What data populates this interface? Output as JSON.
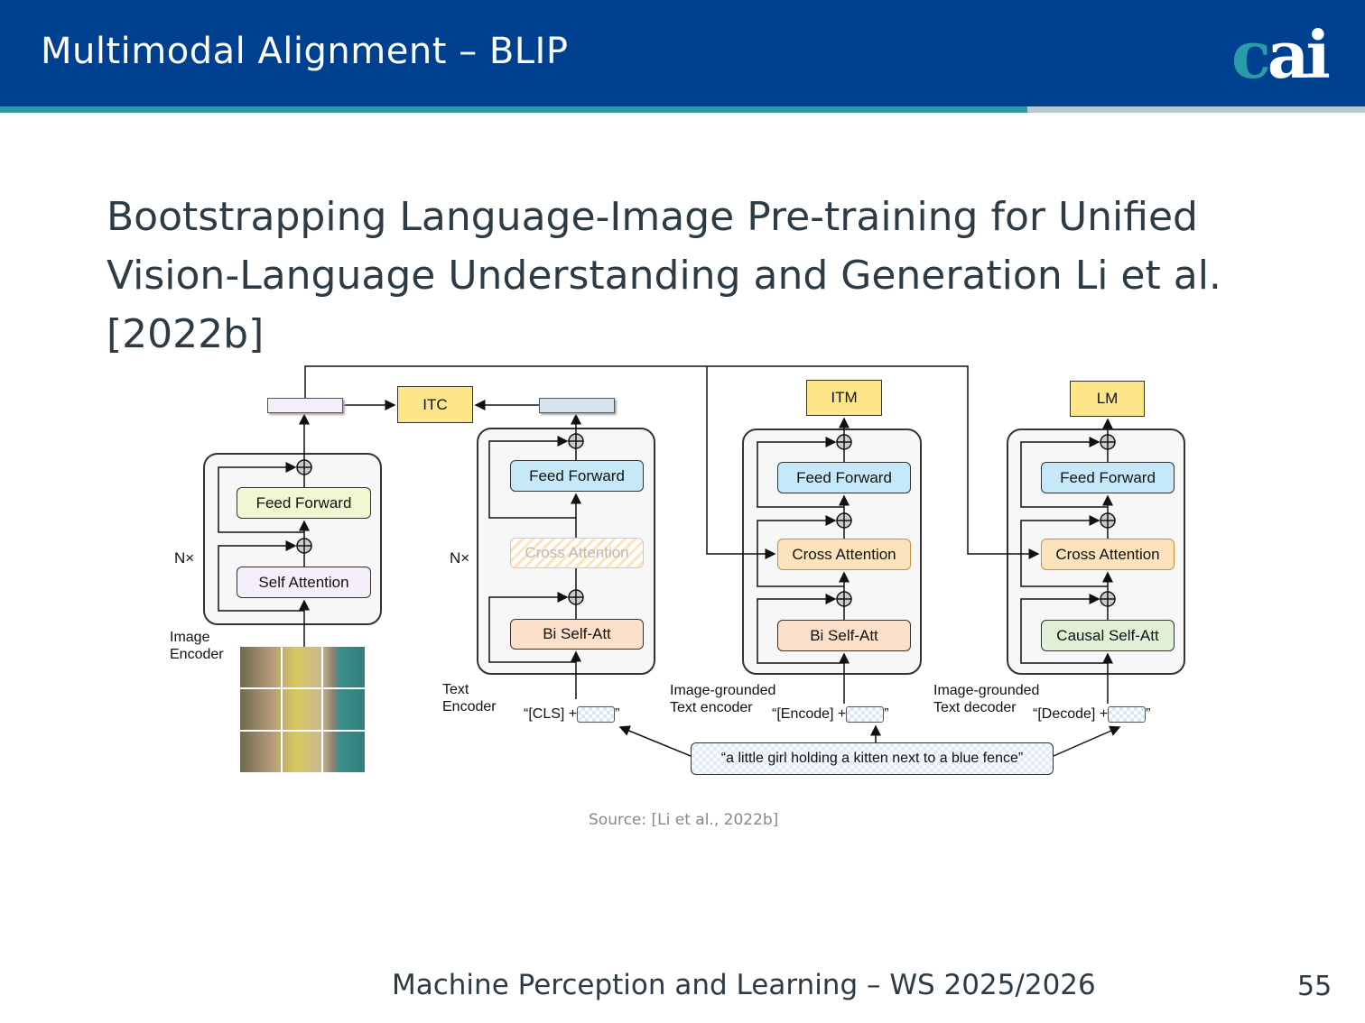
{
  "header": {
    "title": "Multimodal Alignment – BLIP",
    "logo": "cai"
  },
  "heading": {
    "line1": "Bootstrapping Language-Image Pre-training for Unified",
    "line2": "Vision-Language Understanding and Generation Li et al. [2022b]"
  },
  "diagram": {
    "image_encoder": {
      "label": "Image\nEncoder",
      "repeat": "N×",
      "feed_forward": "Feed Forward",
      "self_attention": "Self Attention"
    },
    "itc": "ITC",
    "itm": "ITM",
    "lm": "LM",
    "text_encoder": {
      "label": "Text\nEncoder",
      "repeat": "N×",
      "feed_forward": "Feed Forward",
      "cross_attention": "Cross Attention",
      "self_att": "Bi Self-Att",
      "input_prefix": "“[CLS] +",
      "input_suffix": "”"
    },
    "grounded_encoder": {
      "label": "Image-grounded\nText encoder",
      "feed_forward": "Feed Forward",
      "cross_attention": "Cross Attention",
      "self_att": "Bi Self-Att",
      "input_prefix": "“[Encode] +",
      "input_suffix": "”"
    },
    "grounded_decoder": {
      "label": "Image-grounded\nText decoder",
      "feed_forward": "Feed Forward",
      "cross_attention": "Cross Attention",
      "self_att": "Causal Self-Att",
      "input_prefix": "“[Decode] +",
      "input_suffix": "”"
    },
    "caption": "“a little girl holding a kitten next to a blue fence”"
  },
  "source": "Source: [Li et al., 2022b]",
  "footer": {
    "course": "Machine Perception and Learning – WS 2025/2026",
    "page": "55"
  },
  "colors": {
    "header": "#00418f",
    "accent": "#2a9ba9"
  }
}
